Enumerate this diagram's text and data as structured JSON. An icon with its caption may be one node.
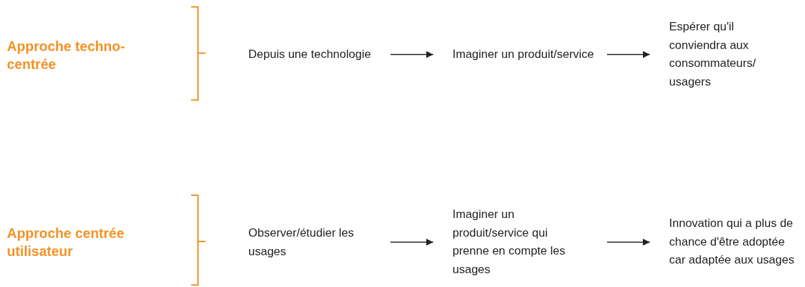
{
  "diagram": {
    "nodes": [
      {
        "text": [
          "Depuis une technologie"
        ]
      },
      {
        "text": [
          "Imaginer un produit/service"
        ]
      },
      {
        "text": [
          "Espérer qu'il conviendra aux consommateurs/ usagers"
        ]
      },
      {
        "text": [
          "Observer/étudier les usages"
        ]
      },
      {
        "text": [
          "Imaginer un produit/service qui prenne en compte les usages"
        ]
      },
      {
        "text": [
          "Innovation qui a plus de chance d'être adoptée car adaptée aux usages"
        ]
      }
    ],
    "edges": [
      {
        "from": 0,
        "to": 1,
        "arrow": "to"
      },
      {
        "from": 1,
        "to": 2,
        "arrow": "to"
      },
      {
        "from": 3,
        "to": 4,
        "arrow": "to"
      },
      {
        "from": 4,
        "to": 5,
        "arrow": "to"
      }
    ],
    "labels": [
      "Approche techno-centrée",
      "Approche centrée utilisateur"
    ]
  }
}
